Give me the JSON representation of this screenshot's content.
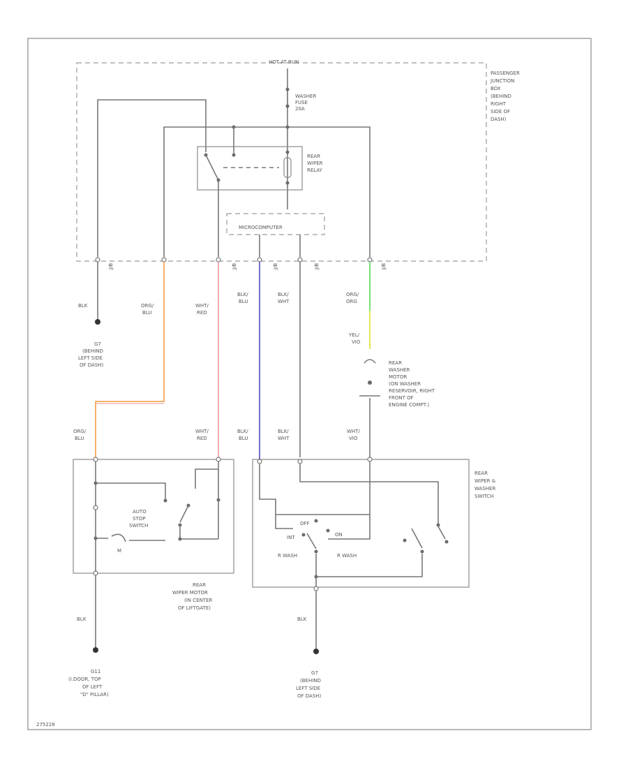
{
  "labels": {
    "hot_at_all_times": "HOT AT RUN",
    "washer_fuse_1": "WASHER",
    "washer_fuse_2": "FUSE",
    "washer_fuse_3": "20A",
    "pjb_1": "PASSENGER",
    "pjb_2": "JUNCTION",
    "pjb_3": "BOX",
    "pjb_4": "(BEHIND",
    "pjb_5": "RIGHT",
    "pjb_6": "SIDE OF",
    "pjb_7": "DASH)",
    "relay_1": "REAR",
    "relay_2": "WIPER",
    "relay_3": "RELAY",
    "microcomputer": "MICROCOMPUTER",
    "conn_1": "J/B",
    "conn_2": "J/B",
    "conn_3": "J/B",
    "conn_4": "J/B",
    "conn_5": "J/B",
    "wire_blk_1": "BLK",
    "wire_org_blu_1a": "ORG/",
    "wire_org_blu_1b": "BLU",
    "wire_wht_red_1a": "WHT/",
    "wire_wht_red_1b": "RED",
    "wire_blk_blu_1a": "BLK/",
    "wire_blk_blu_1b": "BLU",
    "wire_blk_wht_1a": "BLK/",
    "wire_blk_wht_1b": "WHT",
    "wire_org_1a": "ORG/",
    "wire_org_1b": "ORG",
    "g1_1": "G7",
    "g1_2": "(BEHIND",
    "g1_3": "LEFT SIDE",
    "g1_4": "OF DASH)",
    "wire_yel_1a": "YEL/",
    "wire_yel_1b": "VIO",
    "washer_motor_1": "REAR",
    "washer_motor_2": "WASHER",
    "washer_motor_3": "MOTOR",
    "washer_motor_4": "(ON WASHER",
    "washer_motor_5": "RESERVOIR, RIGHT",
    "washer_motor_6": "FRONT OF",
    "washer_motor_7": "ENGINE COMPT.)",
    "wire_org_blu_2a": "ORG/",
    "wire_org_blu_2b": "BLU",
    "wire_wht_red_2a": "WHT/",
    "wire_wht_red_2b": "RED",
    "wire_blk_blu_2a": "BLK/",
    "wire_blk_blu_2b": "BLU",
    "wire_blk_wht_2a": "BLK/",
    "wire_blk_wht_2b": "WHT",
    "wire_wht_vio_a": "WHT/",
    "wire_wht_vio_b": "VIO",
    "switch_1": "REAR",
    "switch_2": "WIPER &",
    "switch_3": "WASHER",
    "switch_4": "SWITCH",
    "autostop_1": "AUTO",
    "autostop_2": "STOP",
    "autostop_3": "SWITCH",
    "motor_m": "M",
    "sw_off": "OFF",
    "sw_on": "ON",
    "sw_int": "INT",
    "sw_rwash": "R WASH",
    "sw_rwash2": "R WASH",
    "wiper_motor_1": "REAR",
    "wiper_motor_2": "WIPER MOTOR",
    "wiper_motor_3": "(IN CENTER",
    "wiper_motor_4": "OF LIFTGATE)",
    "wire_blk_2": "BLK",
    "wire_blk_3": "BLK",
    "g2_1": "G11",
    "g2_2": "(I.DOOR, TOP",
    "g2_3": "OF LEFT",
    "g2_4": "\"D\" PILLAR)",
    "g3_1": "G7",
    "g3_2": "(BEHIND",
    "g3_3": "LEFT SIDE",
    "g3_4": "OF DASH)",
    "figure_id": "275228"
  },
  "colors": {
    "org_blu": "#f5a85a",
    "org_blu_red": "#e07060",
    "wht_red": "#f0a0a8",
    "blk_blu": "#7070d0",
    "org_grn": "#66dd66",
    "yel_vio": "#e6e65a",
    "outline": "#8a8a8a",
    "wire": "#777777"
  }
}
